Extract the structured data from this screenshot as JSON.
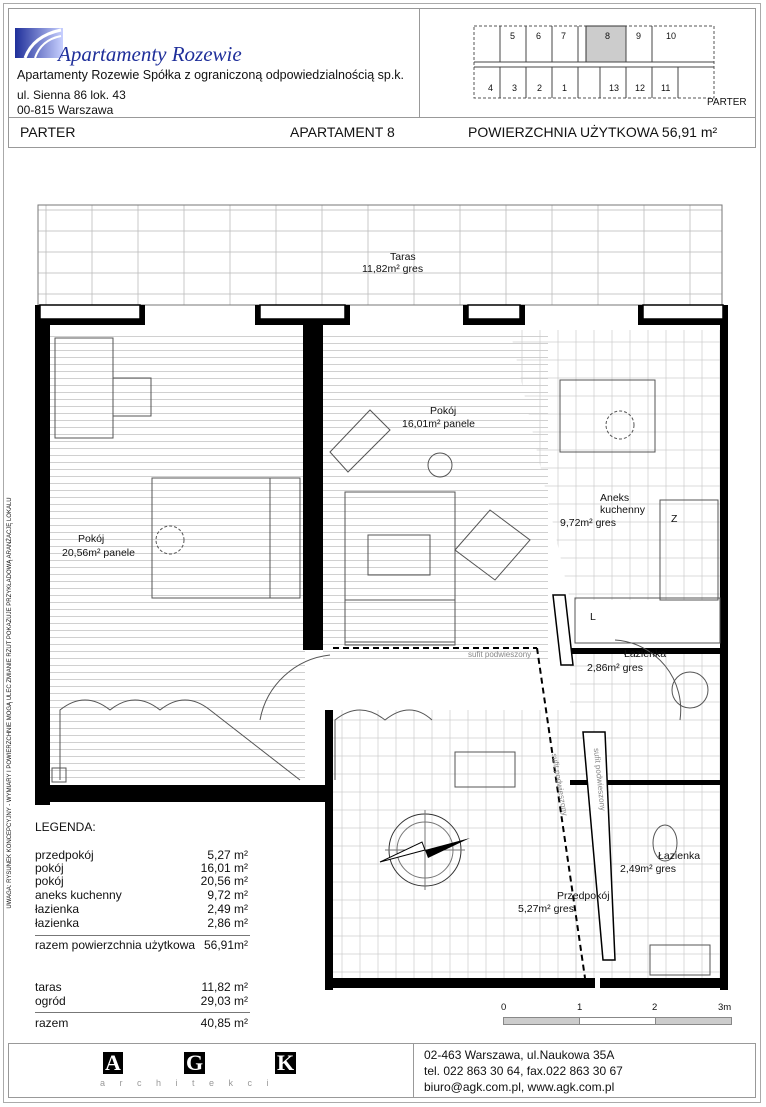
{
  "header": {
    "logo_text": "Apartamenty Rozewie",
    "company": "Apartamenty Rozewie Spółka z ograniczoną odpowiedzialnością sp.k.",
    "address_line1": "ul. Sienna 86 lok. 43",
    "address_line2": "00-815 Warszawa",
    "floor": "PARTER",
    "apartment": "APARTAMENT 8",
    "area": "POWIERZCHNIA UŻYTKOWA 56,91 m²",
    "keyplan_label": "PARTER",
    "keyplan_units_top": [
      "5",
      "6",
      "7",
      "8",
      "9",
      "10"
    ],
    "keyplan_units_bottom": [
      "4",
      "3",
      "2",
      "1",
      "13",
      "12",
      "11"
    ]
  },
  "rooms": {
    "taras": {
      "name": "Taras",
      "area": "11,82m² gres"
    },
    "pokoj1": {
      "name": "Pokój",
      "area": "16,01m² panele"
    },
    "aneks": {
      "name1": "Aneks",
      "name2": "kuchenny",
      "area": "9,72m² gres"
    },
    "pokoj2": {
      "name": "Pokój",
      "area": "20,56m² panele"
    },
    "lazienka1": {
      "name": "Łazienka",
      "area": "2,86m² gres"
    },
    "lazienka2": {
      "name": "Łazienka",
      "area": "2,49m² gres"
    },
    "przedpokoj": {
      "name": "Przedpokój",
      "area": "5,27m² gres"
    },
    "sufit": "sufit podwieszony",
    "fridge": "Z",
    "dishwasher": "L"
  },
  "side_note": "UWAGA: RYSUNEK KONCEPCYJNY - WYMIARY I POWIERZCHNIE MOGĄ ULEC ZMIANIE  RZUT POKAZUJE PRZYKŁADOWĄ ARANŻACJĘ LOKALU",
  "legend": {
    "title": "LEGENDA:",
    "items": [
      {
        "name": "przedpokój",
        "area": "5,27 m²"
      },
      {
        "name": "pokój",
        "area": "16,01 m²"
      },
      {
        "name": "pokój",
        "area": "20,56 m²"
      },
      {
        "name": "aneks kuchenny",
        "area": "9,72 m²"
      },
      {
        "name": "łazienka",
        "area": "2,49 m²"
      },
      {
        "name": "łazienka",
        "area": "2,86 m²"
      }
    ],
    "total_label": "razem powierzchnia użytkowa",
    "total_value": "56,91m²",
    "extra": [
      {
        "name": "taras",
        "area": "11,82 m²"
      },
      {
        "name": "ogród",
        "area": "29,03 m²"
      }
    ],
    "extra_total_label": "razem",
    "extra_total_value": "40,85 m²"
  },
  "scale": {
    "labels": [
      "0",
      "1",
      "2",
      "3m"
    ]
  },
  "footer": {
    "logo_letters": [
      "A",
      "G",
      "K"
    ],
    "logo_sub": "a r c h i t e k c i",
    "line1": "02-463 Warszawa, ul.Naukowa 35A",
    "line2": "tel. 022 863 30 64, fax.022 863 30 67",
    "line3": "biuro@agk.com.pl, www.agk.com.pl"
  },
  "colors": {
    "logo_blue": "#1f2f9a",
    "wall": "#000000",
    "grid": "#bbbbbb"
  }
}
